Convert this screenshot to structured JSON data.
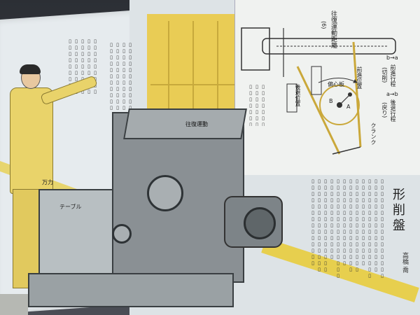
{
  "diagram": {
    "title": "往復運動距離",
    "title_sub": "(6)",
    "labels": {
      "b_a_cut": "b→a",
      "cut_stroke": "前進行程",
      "cut_stroke_sub": "(切削)",
      "a_b_return": "a→b",
      "return_stroke": "後退行程",
      "return_stroke_sub": "(戻り)",
      "return_pos": "後退位置",
      "forward_pos": "前進位置",
      "crank": "クランク",
      "eccentric": "偏心板",
      "angle_b": "B",
      "angle_a": "A"
    }
  },
  "article": {
    "heading": "形削盤",
    "author": "高橋 喬"
  },
  "machine_labels": {
    "table": "テーブル",
    "top": "往復運動",
    "vise": "万力"
  },
  "colors": {
    "wall": "#e9cc55",
    "machine": "#8a9094",
    "page": "#dde3e6"
  }
}
